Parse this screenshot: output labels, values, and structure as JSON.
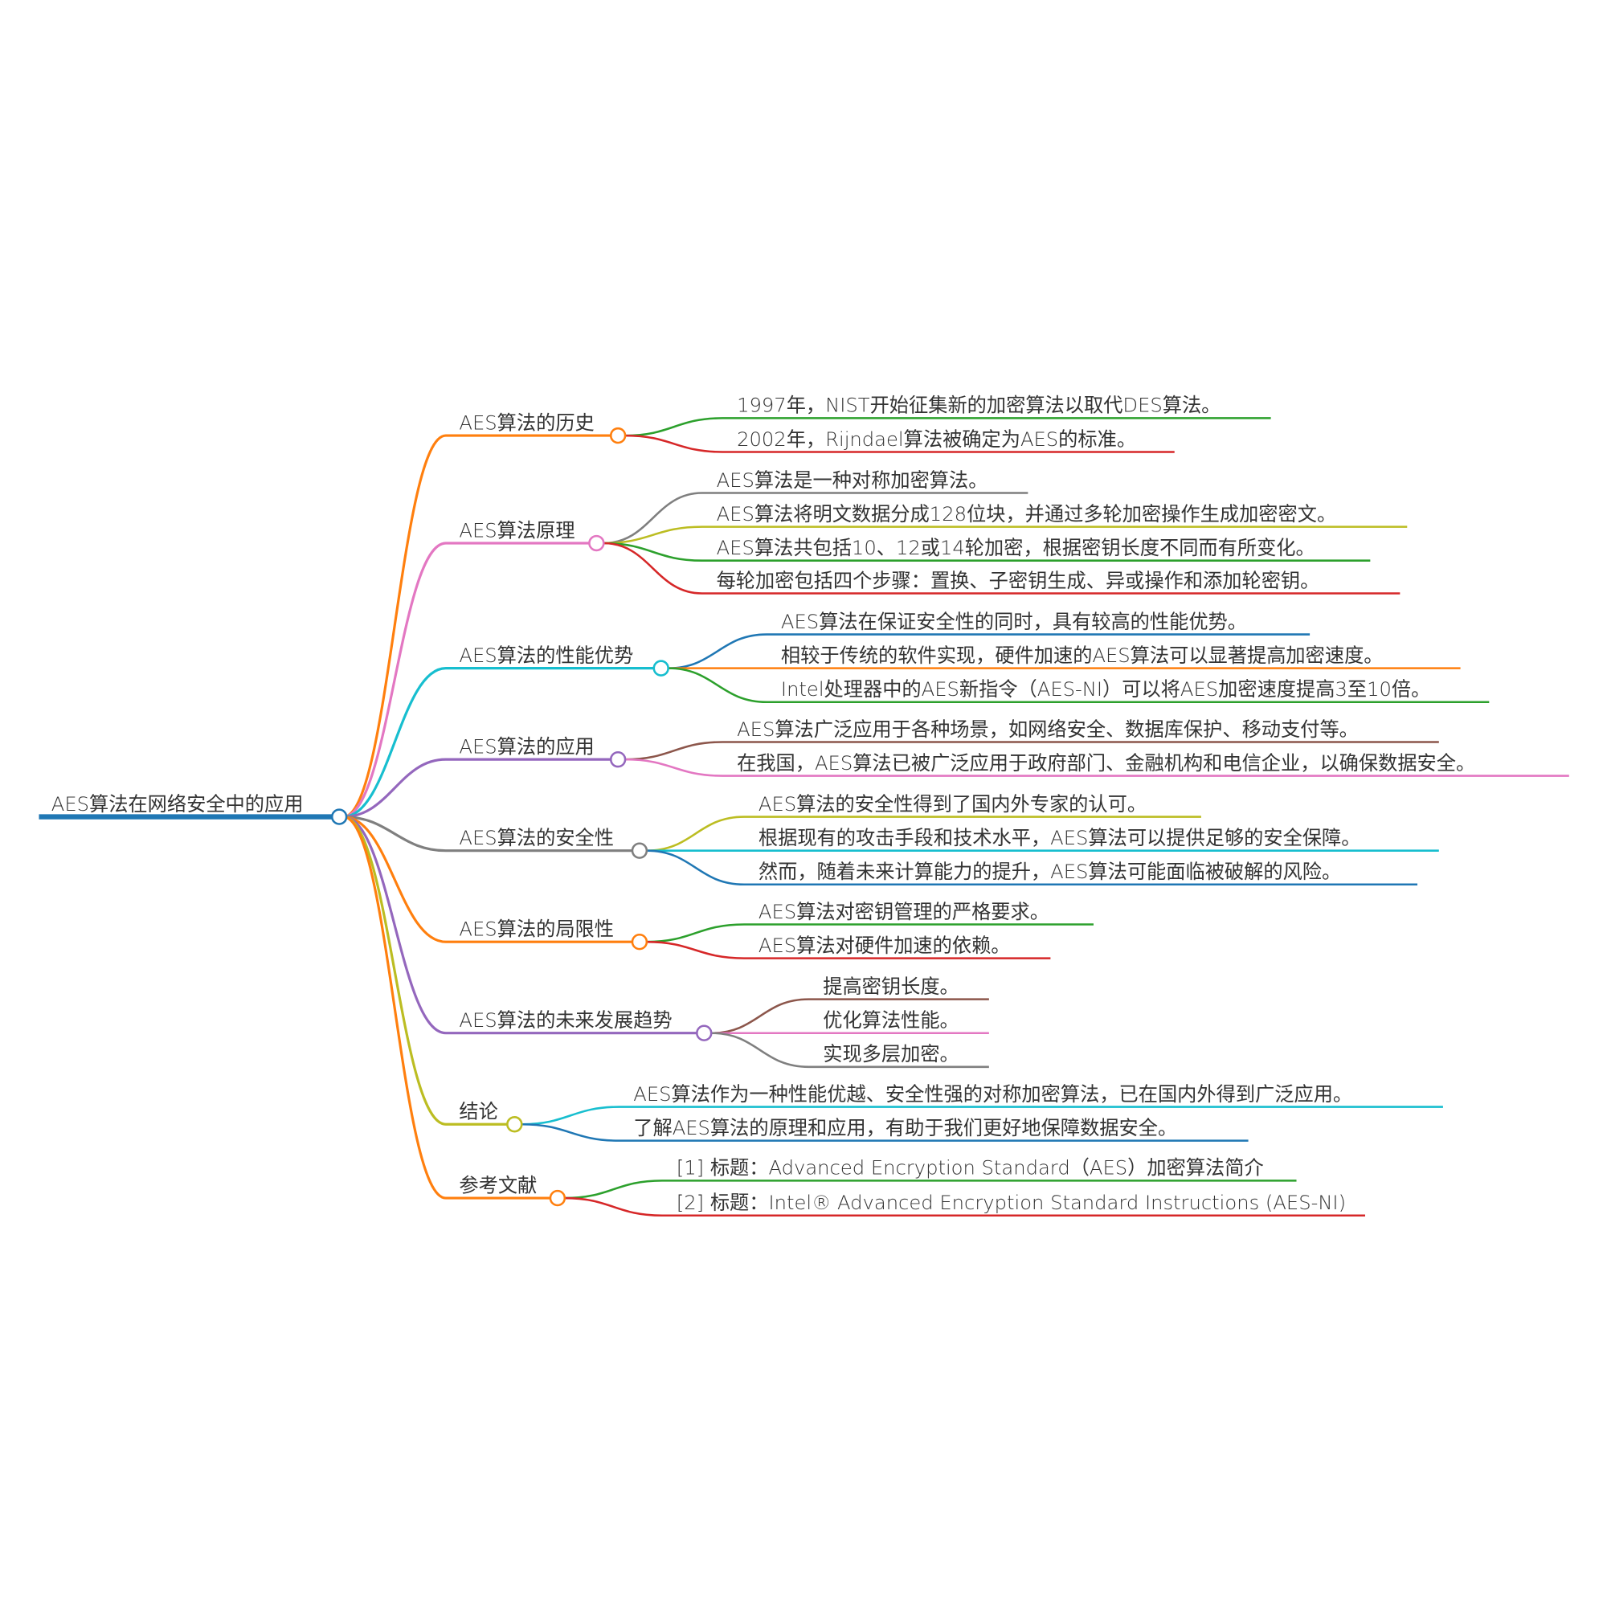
{
  "root": {
    "label": "AES算法在网络安全中的应用",
    "color": "#1f77b4"
  },
  "branches": [
    {
      "label": "AES算法的历史",
      "color": "#ff7f0e",
      "children": [
        {
          "label": "1997年，NIST开始征集新的加密算法以取代DES算法。",
          "color": "#2ca02c"
        },
        {
          "label": "2002年，Rijndael算法被确定为AES的标准。",
          "color": "#d62728"
        }
      ]
    },
    {
      "label": "AES算法原理",
      "color": "#e377c2",
      "children": [
        {
          "label": "AES算法是一种对称加密算法。",
          "color": "#7f7f7f"
        },
        {
          "label": "AES算法将明文数据分成128位块，并通过多轮加密操作生成加密密文。",
          "color": "#bcbd22"
        },
        {
          "label": "AES算法共包括10、12或14轮加密，根据密钥长度不同而有所变化。",
          "color": "#2ca02c"
        },
        {
          "label": "每轮加密包括四个步骤：置换、子密钥生成、异或操作和添加轮密钥。",
          "color": "#d62728"
        }
      ]
    },
    {
      "label": "AES算法的性能优势",
      "color": "#17becf",
      "children": [
        {
          "label": "AES算法在保证安全性的同时，具有较高的性能优势。",
          "color": "#1f77b4"
        },
        {
          "label": "相较于传统的软件实现，硬件加速的AES算法可以显著提高加密速度。",
          "color": "#ff7f0e"
        },
        {
          "label": "Intel处理器中的AES新指令（AES-NI）可以将AES加密速度提高3至10倍。",
          "color": "#2ca02c"
        }
      ]
    },
    {
      "label": "AES算法的应用",
      "color": "#9467bd",
      "children": [
        {
          "label": "AES算法广泛应用于各种场景，如网络安全、数据库保护、移动支付等。",
          "color": "#8c564b"
        },
        {
          "label": "在我国，AES算法已被广泛应用于政府部门、金融机构和电信企业，以确保数据安全。",
          "color": "#e377c2"
        }
      ]
    },
    {
      "label": "AES算法的安全性",
      "color": "#7f7f7f",
      "children": [
        {
          "label": "AES算法的安全性得到了国内外专家的认可。",
          "color": "#bcbd22"
        },
        {
          "label": "根据现有的攻击手段和技术水平，AES算法可以提供足够的安全保障。",
          "color": "#17becf"
        },
        {
          "label": "然而，随着未来计算能力的提升，AES算法可能面临被破解的风险。",
          "color": "#1f77b4"
        }
      ]
    },
    {
      "label": "AES算法的局限性",
      "color": "#ff7f0e",
      "children": [
        {
          "label": "AES算法对密钥管理的严格要求。",
          "color": "#2ca02c"
        },
        {
          "label": "AES算法对硬件加速的依赖。",
          "color": "#d62728"
        }
      ]
    },
    {
      "label": "AES算法的未来发展趋势",
      "color": "#9467bd",
      "children": [
        {
          "label": "提高密钥长度。",
          "color": "#8c564b"
        },
        {
          "label": "优化算法性能。",
          "color": "#e377c2"
        },
        {
          "label": "实现多层加密。",
          "color": "#7f7f7f"
        }
      ]
    },
    {
      "label": "结论",
      "color": "#bcbd22",
      "children": [
        {
          "label": "AES算法作为一种性能优越、安全性强的对称加密算法，已在国内外得到广泛应用。",
          "color": "#17becf"
        },
        {
          "label": "了解AES算法的原理和应用，有助于我们更好地保障数据安全。",
          "color": "#1f77b4"
        }
      ]
    },
    {
      "label": "参考文献",
      "color": "#ff7f0e",
      "children": [
        {
          "label": "[1] 标题：Advanced Encryption Standard（AES）加密算法简介",
          "color": "#2ca02c"
        },
        {
          "label": "[2] 标题：Intel® Advanced Encryption Standard Instructions (AES-NI)",
          "color": "#d62728"
        }
      ]
    }
  ]
}
